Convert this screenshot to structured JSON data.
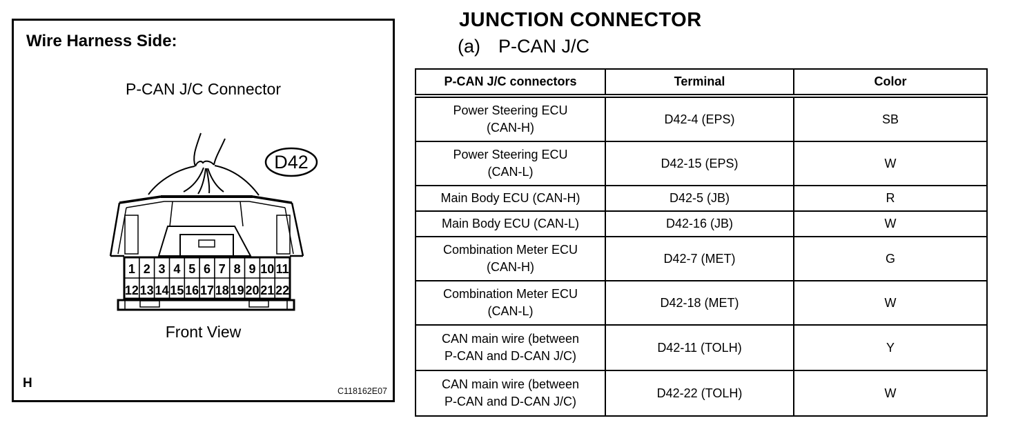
{
  "colors": {
    "ink": "#000000",
    "paper": "#ffffff"
  },
  "diagram_panel": {
    "title": "Wire Harness Side:",
    "connector_label": "P-CAN J/C Connector",
    "connector_id": "D42",
    "caption": "Front View",
    "page_letter": "H",
    "figure_code": "C118162E07",
    "pins": {
      "row1": [
        "1",
        "2",
        "3",
        "4",
        "5",
        "6",
        "7",
        "8",
        "9",
        "10",
        "11"
      ],
      "row2": [
        "12",
        "13",
        "14",
        "15",
        "16",
        "17",
        "18",
        "19",
        "20",
        "21",
        "22"
      ]
    }
  },
  "content": {
    "heading": "JUNCTION CONNECTOR",
    "item_index": "(a)",
    "item_title": "P-CAN J/C",
    "table": {
      "columns": [
        "P-CAN J/C connectors",
        "Terminal",
        "Color"
      ],
      "rows": [
        {
          "connector_lines": [
            "Power Steering ECU",
            "(CAN-H)"
          ],
          "terminal": "D42-4 (EPS)",
          "color": "SB"
        },
        {
          "connector_lines": [
            "Power Steering ECU",
            "(CAN-L)"
          ],
          "terminal": "D42-15 (EPS)",
          "color": "W"
        },
        {
          "connector_lines": [
            "Main Body ECU (CAN-H)"
          ],
          "terminal": "D42-5 (JB)",
          "color": "R"
        },
        {
          "connector_lines": [
            "Main Body ECU (CAN-L)"
          ],
          "terminal": "D42-16 (JB)",
          "color": "W"
        },
        {
          "connector_lines": [
            "Combination Meter ECU",
            "(CAN-H)"
          ],
          "terminal": "D42-7 (MET)",
          "color": "G"
        },
        {
          "connector_lines": [
            "Combination Meter ECU",
            "(CAN-L)"
          ],
          "terminal": "D42-18 (MET)",
          "color": "W"
        },
        {
          "connector_lines": [
            "CAN main wire (between",
            "P-CAN and D-CAN J/C)"
          ],
          "terminal": "D42-11 (TOLH)",
          "color": "Y"
        },
        {
          "connector_lines": [
            "CAN main wire (between",
            "P-CAN and D-CAN J/C)"
          ],
          "terminal": "D42-22 (TOLH)",
          "color": "W"
        }
      ]
    }
  }
}
